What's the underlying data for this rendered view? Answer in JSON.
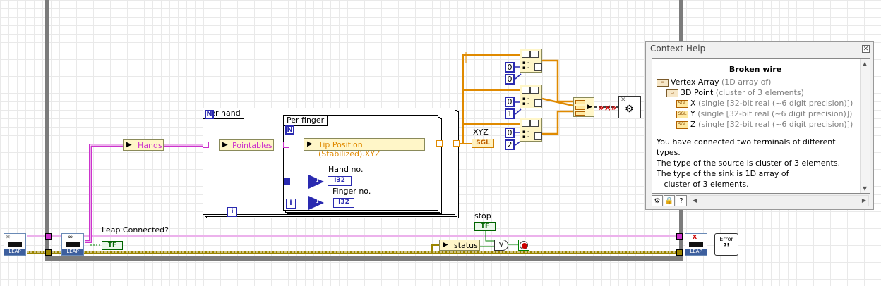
{
  "diagram": {
    "outer_loop": {
      "leap_connected_label": "Leap Connected?",
      "stop_label": "stop",
      "tf_label": "TF",
      "status_label": "status",
      "or_label": "V"
    },
    "hands_node_label": "Hands",
    "per_hand": {
      "title": "Per hand",
      "n_label": "N",
      "pointables_label": "Pointables",
      "i_label": "i"
    },
    "per_finger": {
      "title": "Per finger",
      "n_label": "N",
      "tip_label": "Tip Position (Stabilized).XYZ",
      "hand_no_label": "Hand no.",
      "finger_no_label": "Finger no.",
      "i_label": "i",
      "i32_label": "I32",
      "plus_one": "+1"
    },
    "xyz_label": "XYZ",
    "sgl_label": "SGL",
    "constants": [
      "0",
      "0",
      "0",
      "1",
      "0",
      "2"
    ],
    "leap_label": "LEAP",
    "error_label": "Error"
  },
  "context_help": {
    "title": "Context Help",
    "heading": "Broken wire",
    "tree": [
      {
        "icon": "cluster",
        "name": "Vertex Array",
        "detail": "(1D array of)"
      },
      {
        "icon": "cluster",
        "name": "3D Point",
        "detail": "(cluster of 3 elements)"
      },
      {
        "icon": "sgl",
        "name": "X",
        "detail": "(single [32-bit real (~6 digit precision)])"
      },
      {
        "icon": "sgl",
        "name": "Y",
        "detail": "(single [32-bit real (~6 digit precision)])"
      },
      {
        "icon": "sgl",
        "name": "Z",
        "detail": "(single [32-bit real (~6 digit precision)])"
      }
    ],
    "description": [
      "You have connected two terminals of different",
      "types.",
      "The type of the source is cluster of 3 elements.",
      "The type of the sink is 1D array of",
      "   cluster of 3 elements."
    ],
    "colors": {
      "wire_pink": "#cc33cc",
      "wire_orange": "#e08a00",
      "wire_blue": "#2a2ab0",
      "wire_green": "#008000",
      "error_wire": "#a08000"
    }
  }
}
